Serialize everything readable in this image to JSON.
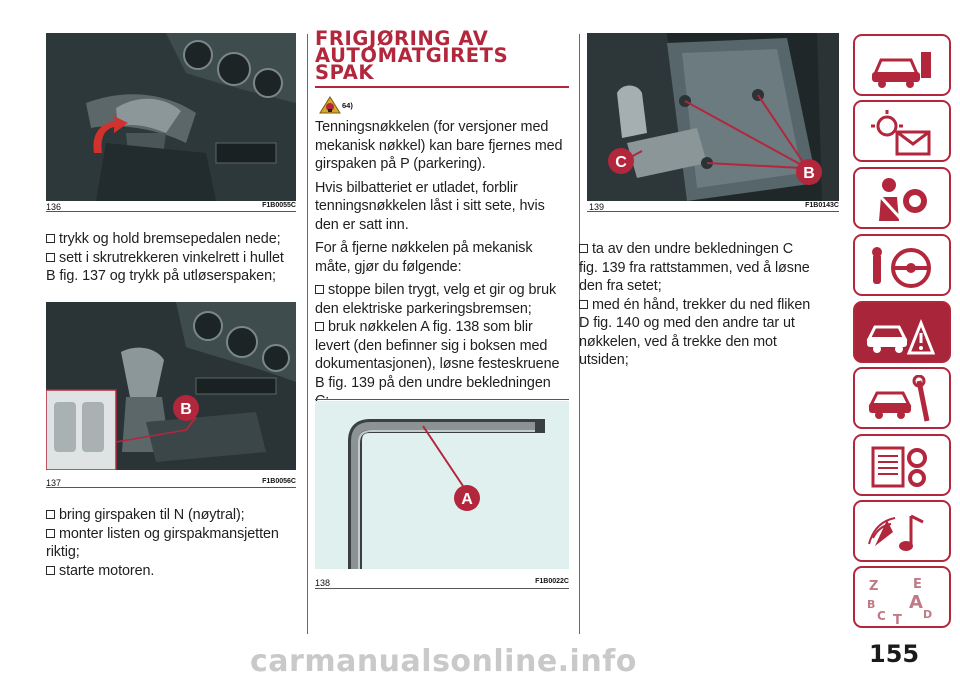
{
  "section_title": "FRIGJØRING AV AUTOMATGIRETS SPAK",
  "section_title_lines": [
    "FRIGJØRING AV",
    "AUTOMATGIRETS",
    "SPAK"
  ],
  "warning_ref": "64)",
  "figures": {
    "f136": {
      "number": "136",
      "code": "F1B0055C"
    },
    "f137": {
      "number": "137",
      "code": "F1B0056C",
      "label": "B"
    },
    "f138": {
      "number": "138",
      "code": "F1B0022C",
      "label": "A"
    },
    "f139": {
      "number": "139",
      "code": "F1B0143C",
      "label_c": "C",
      "label_b": "B"
    }
  },
  "col1_a": [
    "trykk og hold bremsepedalen nede;",
    "sett i skrutrekkeren vinkelrett i hullet",
    "B fig. 137 og trykk på utløserspaken;"
  ],
  "col1_b": [
    "bring girspaken til N (nøytral);",
    "monter listen og girspakmansjetten",
    "riktig;",
    "starte motoren."
  ],
  "col2_p1": [
    "Tenningsnøkkelen (for versjoner med",
    "mekanisk nøkkel) kan bare fjernes med",
    "girspaken på P (parkering)."
  ],
  "col2_p2": [
    "Hvis bilbatteriet er utladet, forblir",
    "tenningsnøkkelen låst i sitt sete, hvis",
    "den er satt inn."
  ],
  "col2_p3": [
    "For å fjerne nøkkelen på mekanisk",
    "måte, gjør du følgende:"
  ],
  "col2_list": [
    "stoppe bilen trygt, velg et gir og bruk",
    "den elektriske parkeringsbremsen;",
    "bruk nøkkelen A fig. 138 som blir",
    "levert (den befinner sig i boksen med",
    "dokumentasjonen), løsne festeskruene",
    "B fig. 139 på den undre bekledningen",
    "C;"
  ],
  "col3_list": [
    "ta av den undre bekledningen C",
    "fig. 139 fra rattstammen, ved å løsne",
    "den fra setet;",
    "med én hånd, trekker du ned fliken",
    "D fig. 140 og med den andre tar ut",
    "nøkkelen, ved å trekke den mot",
    "utsiden;"
  ],
  "sidebar_tabs": [
    {
      "icon": "car-dashboard-icon",
      "active": false
    },
    {
      "icon": "warning-lights-icon",
      "active": false
    },
    {
      "icon": "seatbelt-airbag-icon",
      "active": false
    },
    {
      "icon": "steering-key-icon",
      "active": false
    },
    {
      "icon": "emergency-car-icon",
      "active": true
    },
    {
      "icon": "car-maintenance-icon",
      "active": false
    },
    {
      "icon": "technical-data-icon",
      "active": false
    },
    {
      "icon": "multimedia-icon",
      "active": false
    },
    {
      "icon": "index-icon",
      "active": false
    }
  ],
  "sidebar_index_letters": [
    "Z",
    "E",
    "B",
    "A",
    "C",
    "T",
    "D"
  ],
  "page_number": "155",
  "watermark": "carmanualsonline.info",
  "colors": {
    "accent": "#b3273d",
    "figure_bg": "#2a3436"
  }
}
